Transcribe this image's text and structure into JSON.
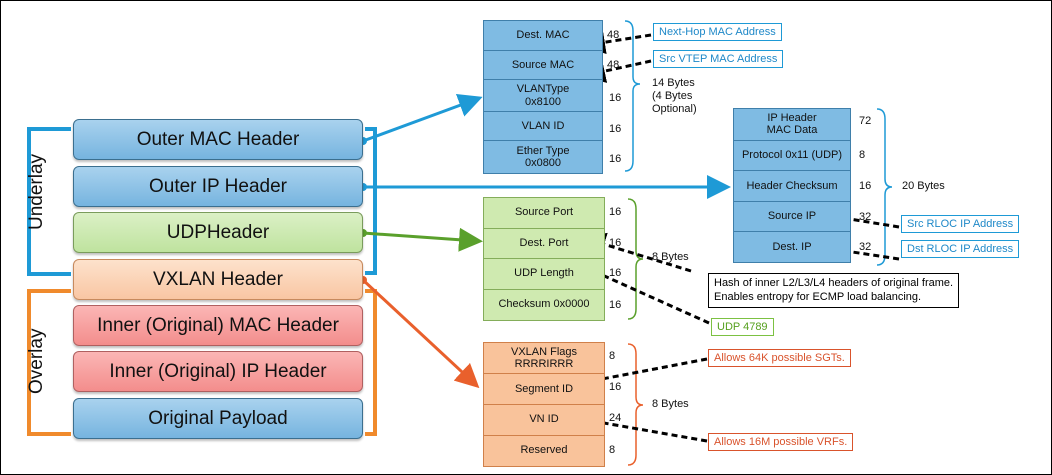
{
  "stack": {
    "outer_mac": "Outer MAC Header",
    "outer_ip": "Outer IP Header",
    "udp": "UDPHeader",
    "vxlan": "VXLAN Header",
    "inner_mac": "Inner (Original) MAC Header",
    "inner_ip": "Inner (Original) IP Header",
    "payload": "Original Payload"
  },
  "brackets": {
    "underlay": "Underlay",
    "overlay": "Overlay"
  },
  "mac_fields": [
    {
      "label": "Dest. MAC",
      "bits": "48"
    },
    {
      "label": "Source MAC",
      "bits": "48"
    },
    {
      "label": "VLANType\n0x8100",
      "bits": "16"
    },
    {
      "label": "VLAN ID",
      "bits": "16"
    },
    {
      "label": "Ether Type\n0x0800",
      "bits": "16"
    }
  ],
  "mac_size": "14 Bytes\n(4 Bytes\nOptional)",
  "ip_fields": [
    {
      "label": "IP Header\nMAC Data",
      "bits": "72"
    },
    {
      "label": "Protocol 0x11 (UDP)",
      "bits": "8"
    },
    {
      "label": "Header Checksum",
      "bits": "16"
    },
    {
      "label": "Source IP",
      "bits": "32"
    },
    {
      "label": "Dest. IP",
      "bits": "32"
    }
  ],
  "ip_size": "20 Bytes",
  "udp_fields": [
    {
      "label": "Source Port",
      "bits": "16"
    },
    {
      "label": "Dest. Port",
      "bits": "16"
    },
    {
      "label": "UDP Length",
      "bits": "16"
    },
    {
      "label": "Checksum 0x0000",
      "bits": "16"
    }
  ],
  "udp_size": "8 Bytes",
  "vxlan_fields": [
    {
      "label": "VXLAN Flags\nRRRRIRRR",
      "bits": "8"
    },
    {
      "label": "Segment ID",
      "bits": "16"
    },
    {
      "label": "VN ID",
      "bits": "24"
    },
    {
      "label": "Reserved",
      "bits": "8"
    }
  ],
  "vxlan_size": "8 Bytes",
  "callouts": {
    "next_hop_mac": "Next-Hop MAC Address",
    "src_vtep_mac": "Src VTEP MAC Address",
    "src_rloc": "Src RLOC IP Address",
    "dst_rloc": "Dst RLOC IP Address",
    "hash": "Hash of inner L2/L3/L4 headers of original frame.\nEnables entropy for ECMP load balancing.",
    "udp_port": "UDP 4789",
    "sgts": "Allows 64K possible SGTs.",
    "vrfs": "Allows 16M possible VRFs."
  },
  "colors": {
    "blue_arrow": "#1e9ad6",
    "green_arrow": "#5aa02c",
    "orange_arrow": "#e9602c",
    "underlay_bracket": "#1e9ad6",
    "overlay_bracket": "#f08a2c"
  }
}
